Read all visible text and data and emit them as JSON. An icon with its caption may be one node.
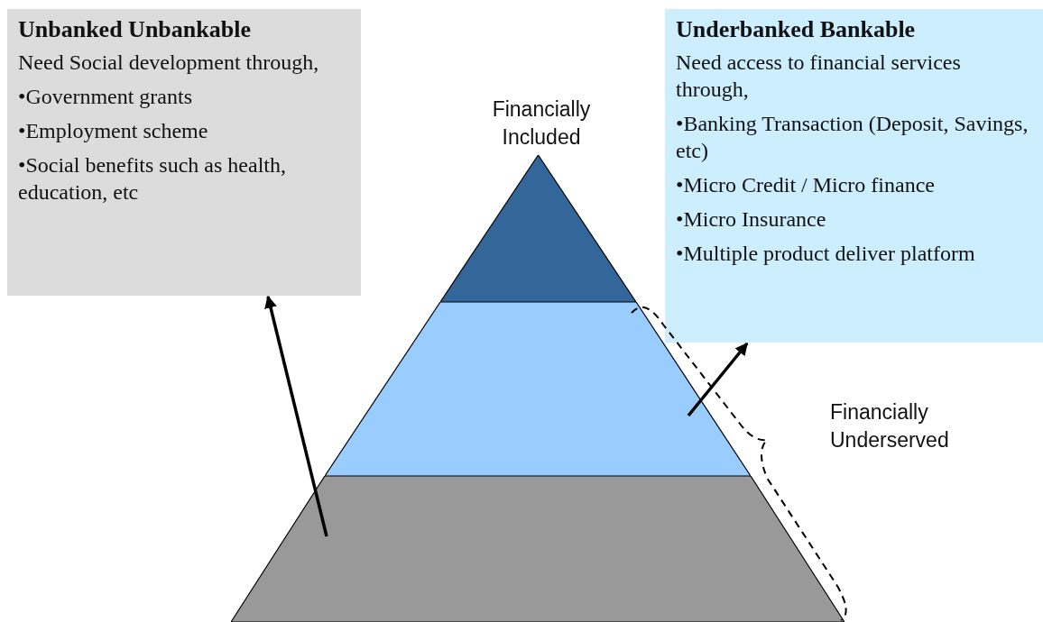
{
  "diagram": {
    "nodes": [
      {
        "text": [
          "Unbanked Unbankable",
          "Need Social development through,",
          "•Government grants",
          "•Employment scheme",
          "•Social benefits such as health, education, etc"
        ]
      },
      {
        "text": [
          "Underbanked Bankable",
          "Need access to financial services through,",
          "•Banking Transaction (Deposit, Savings, etc)",
          "•Micro Credit / Micro finance",
          "•Micro Insurance",
          "•Multiple product deliver platform"
        ]
      },
      {
        "text": [],
        "shape": "triangle",
        "beside": [
          "Financially Included"
        ]
      },
      {
        "text": [],
        "shape": "trapezoid"
      },
      {
        "text": [],
        "shape": "trapezoid"
      }
    ],
    "edges": [
      {
        "from": 4,
        "to": 0,
        "arrow": "to"
      },
      {
        "from": 3,
        "to": 1,
        "arrow": "to"
      }
    ],
    "labels": [
      "Financially Underserved"
    ]
  }
}
